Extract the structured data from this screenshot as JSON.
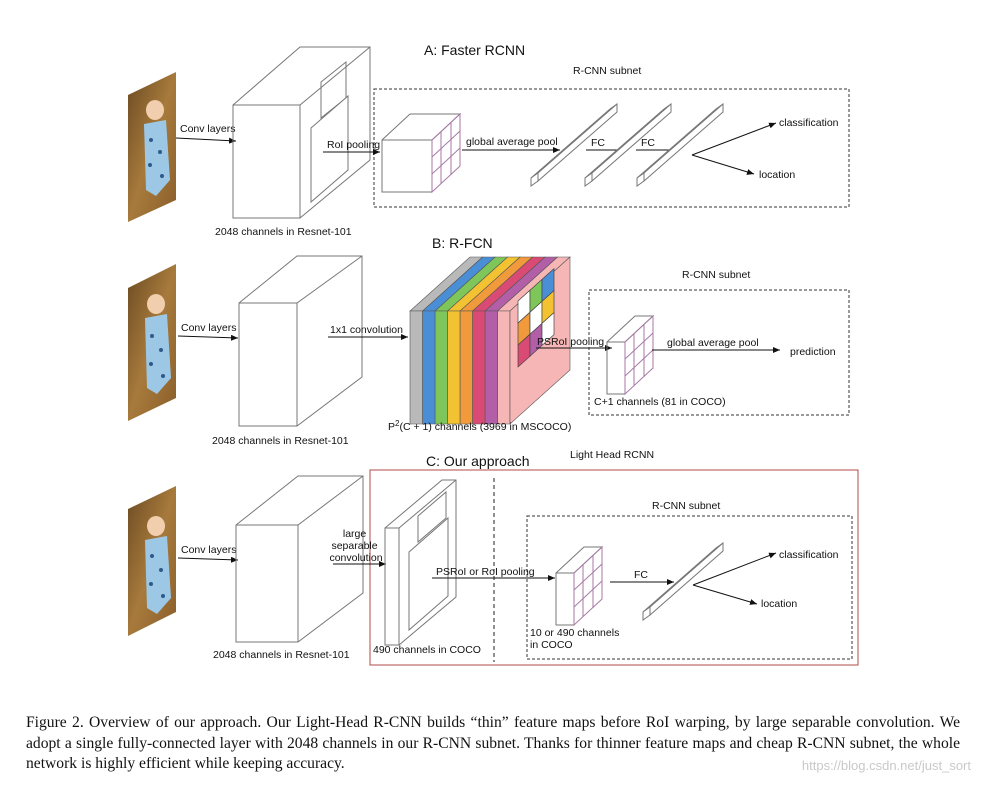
{
  "sections": {
    "a": {
      "title": "A: Faster RCNN",
      "subnet_label": "R-CNN subnet",
      "conv_layers": "Conv layers",
      "channels": "2048 channels in Resnet-101",
      "roi_pooling": "RoI pooling",
      "global_avg_pool": "global average pool",
      "fc1": "FC",
      "fc2": "FC",
      "classification": "classification",
      "location": "location"
    },
    "b": {
      "title": "B: R-FCN",
      "subnet_label": "R-CNN subnet",
      "conv_layers": "Conv layers",
      "channels": "2048 channels in Resnet-101",
      "conv1x1": "1x1 convolution",
      "score_maps_prefix": "P",
      "score_maps_sup": "2",
      "score_maps_suffix": "(C + 1)  channels (3969 in MSCOCO)",
      "psroi_pooling": "PSRoI pooling",
      "global_avg_pool": "global average pool",
      "prediction": "prediction",
      "out_channels": "C+1 channels (81 in COCO)",
      "colors": [
        "#b9b9b9",
        "#4a8ed6",
        "#7fc65a",
        "#f2c232",
        "#f09a3b",
        "#d94b74",
        "#b35fa8",
        "#f6b6b6"
      ]
    },
    "c": {
      "title": "C: Our approach",
      "light_head_label": "Light Head RCNN",
      "subnet_label": "R-CNN subnet",
      "conv_layers": "Conv layers",
      "channels": "2048 channels in Resnet-101",
      "large_sep_conv": [
        "large",
        "separable",
        "convolution"
      ],
      "thin_channels": "490 channels in COCO",
      "psroi_or_roi": "PSRoI or RoI pooling",
      "fc": "FC",
      "pooled_channels": [
        "10  or 490 channels",
        "in COCO"
      ],
      "classification": "classification",
      "location": "location",
      "frame_color": "#b04848"
    }
  },
  "caption": "Figure 2. Overview of our approach. Our Light-Head R-CNN builds “thin” feature maps before RoI warping, by large separable convolution. We adopt a single fully-connected layer with 2048 channels in our R-CNN subnet. Thanks for thinner feature maps and cheap R-CNN subnet, the whole network is highly efficient while keeping accuracy.",
  "watermark": "https://blog.csdn.net/just_sort"
}
